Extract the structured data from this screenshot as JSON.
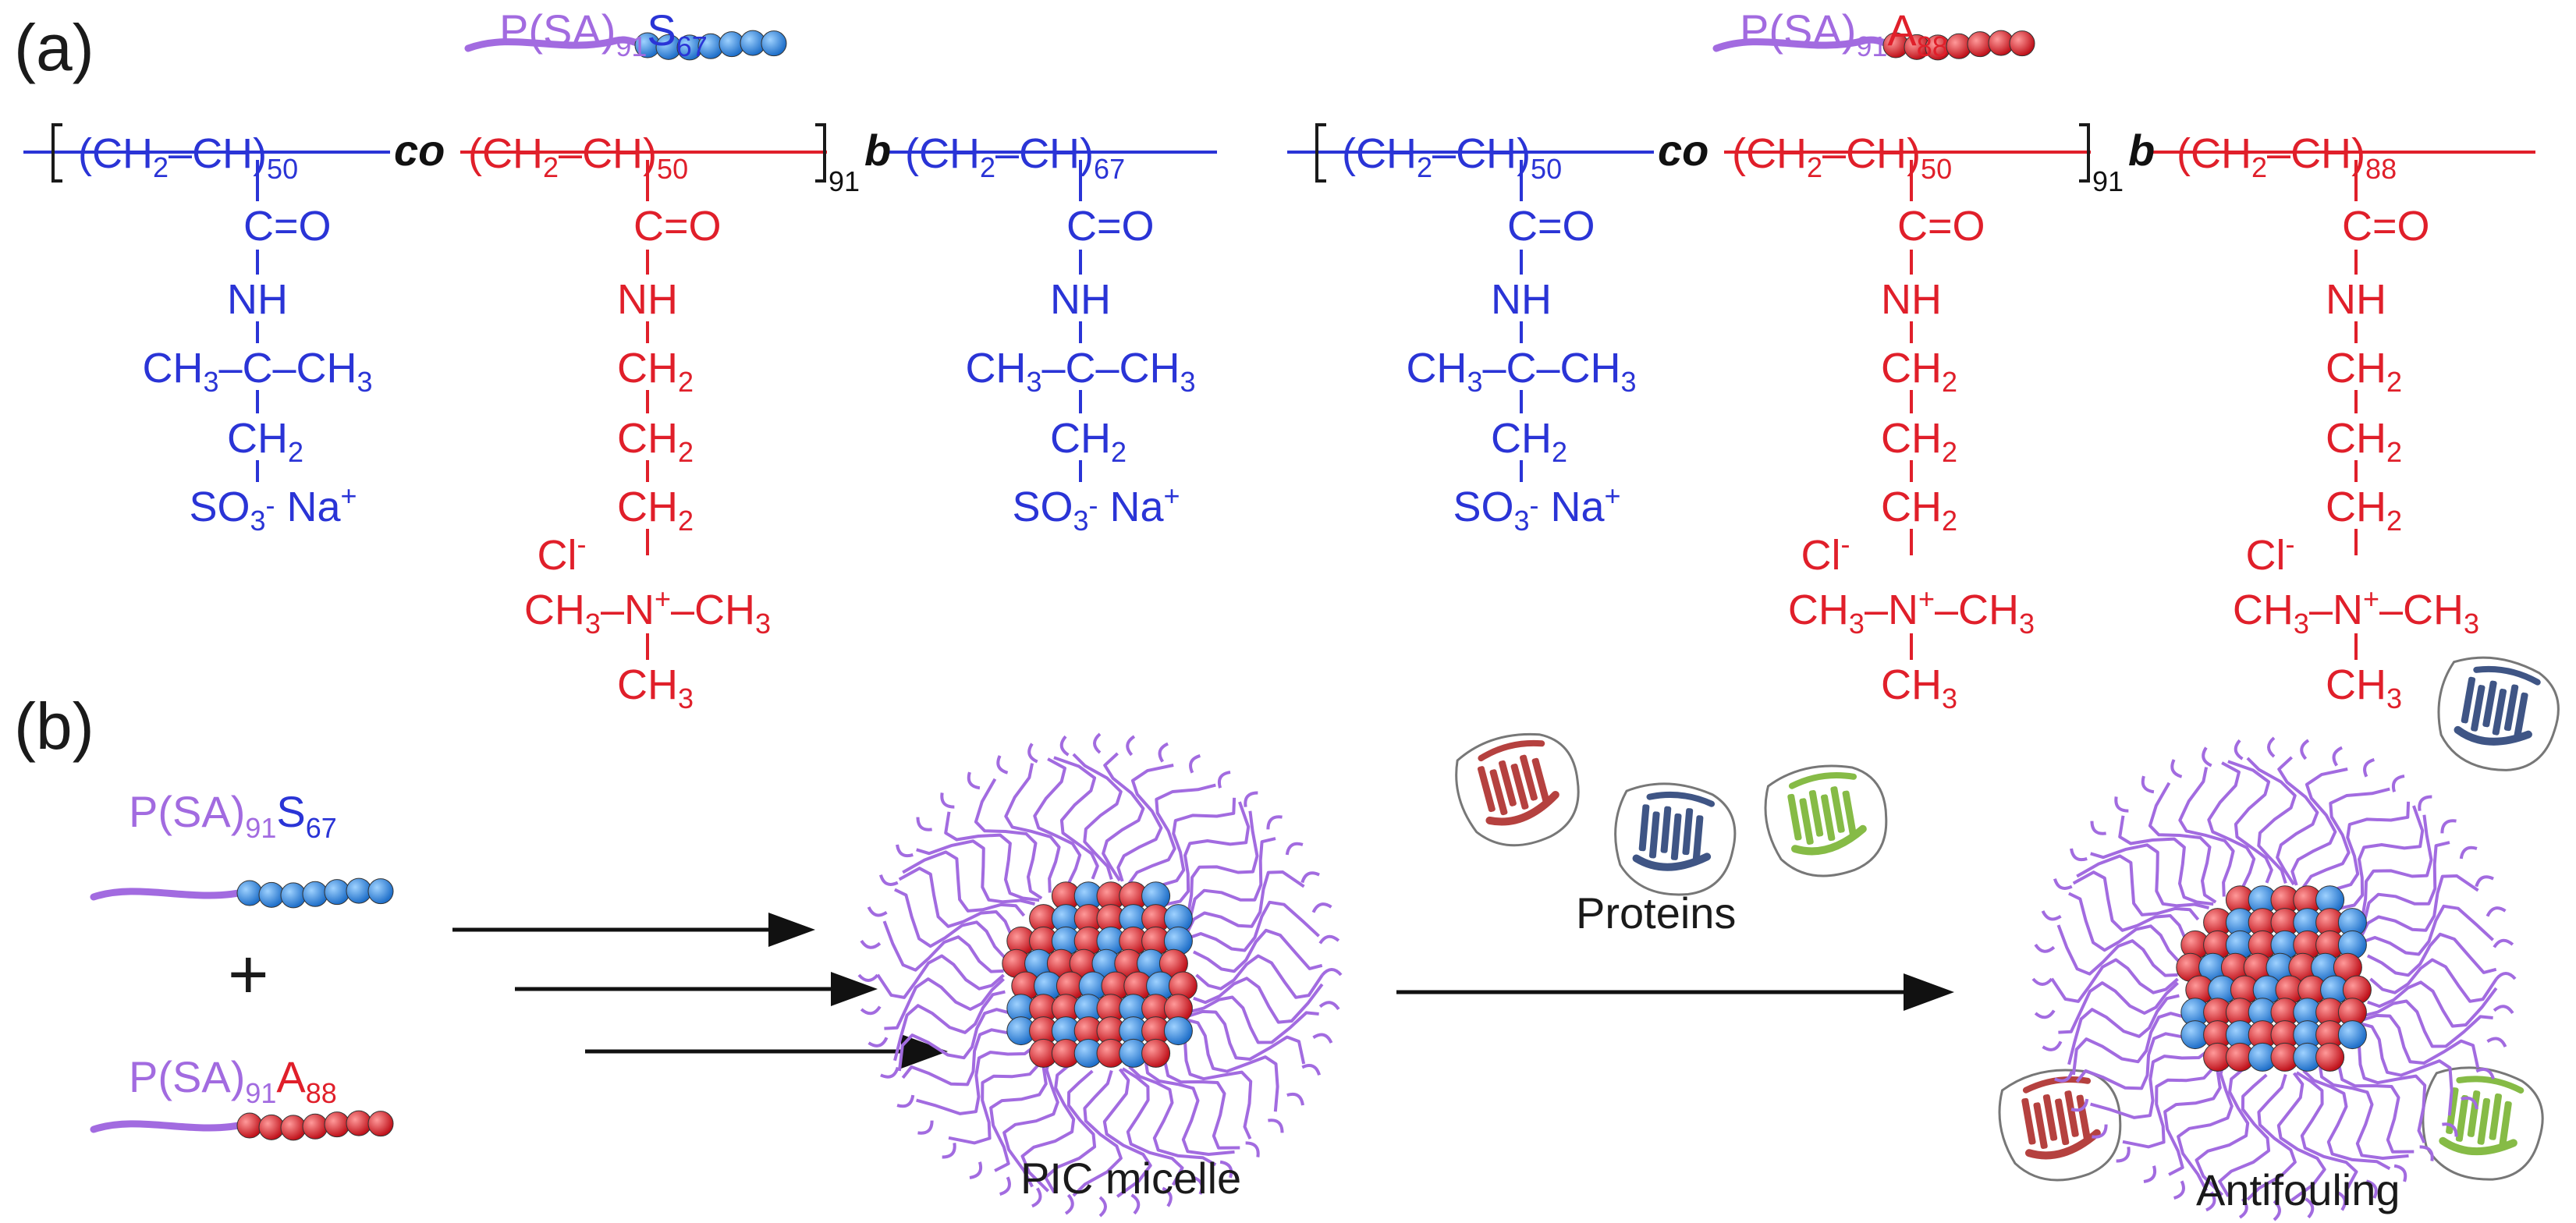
{
  "panels": {
    "a": "(a)",
    "b": "(b)"
  },
  "labels": {
    "co": "co",
    "b": "b",
    "plus": "+",
    "proteins": "Proteins",
    "pic_micelle": "PIC micelle",
    "antifouling": "Antifouling"
  },
  "polymer_s": {
    "p": "P(SA)",
    "n1": "91",
    "s": "S",
    "n2": "67"
  },
  "polymer_a": {
    "p": "P(SA)",
    "n1": "91",
    "a": "A",
    "n2": "88"
  },
  "chem": {
    "ch2": "CH",
    "ch": "CH",
    "two": "2",
    "three": "3",
    "sub50": "50",
    "sub91": "91",
    "sub67": "67",
    "sub88": "88",
    "co_group": "C=O",
    "nh": "NH",
    "ch3": "CH",
    "c": "C",
    "so3": "SO",
    "na": "Na",
    "plus_sign": "+",
    "minus_sign": "-",
    "cl": "Cl",
    "n": "N"
  },
  "colors": {
    "blue": "#2a34d6",
    "red": "#e01f2a",
    "purple": "#a26be0",
    "bead_blue": "#2f8fe0",
    "bead_red": "#e8232c",
    "protein_red": "#b5413f",
    "protein_navy": "#3f5585",
    "protein_green": "#86bb46"
  }
}
